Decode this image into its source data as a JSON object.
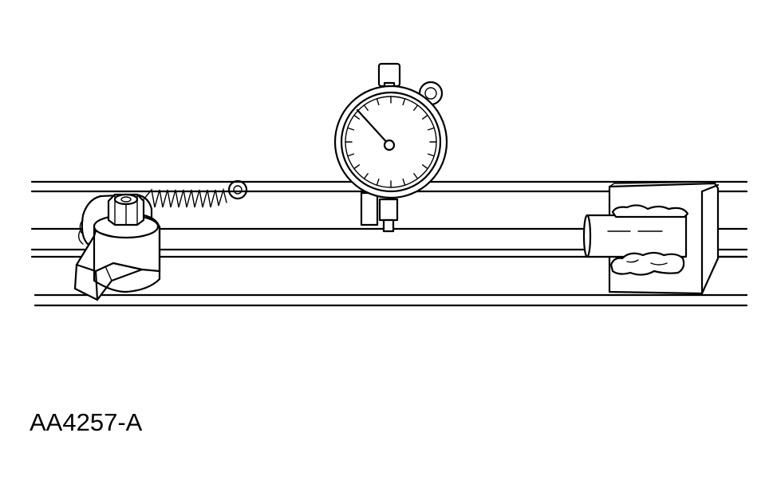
{
  "figure": {
    "id_label": "AA4257-A",
    "line_color": "#000000",
    "background_color": "#ffffff",
    "depicts": [
      "rocker-arm-clamp-fixture",
      "tension-spring",
      "dial-indicator",
      "rail-bar",
      "angle-bracket",
      "plunger-cylinder",
      "clay-putty"
    ]
  }
}
